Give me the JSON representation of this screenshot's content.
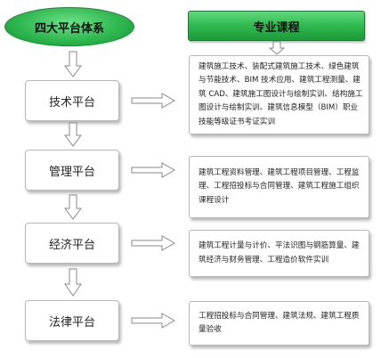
{
  "left_title": "四大平台体系",
  "right_title": "专业课程",
  "platforms": [
    {
      "label": "技术平台",
      "courses": "建筑施工技术、装配式建筑施工技术、绿色建筑与节能技术、BIM 技术应用、建筑工程测量、建筑 CAD、建筑施工图设计与绘制实训、结构施工图设计与绘制实训、建筑信息模型（BIM）职业技能等级证书考证实训"
    },
    {
      "label": "管理平台",
      "courses": "建筑工程资料管理、建筑工程项目管理、工程监理、工程招投标与合同管理、建筑工程施工组织课程设计"
    },
    {
      "label": "经济平台",
      "courses": "建筑工程计量与计价、平法识图与钢筋算量、建筑经济与财务管理、工程造价软件实训"
    },
    {
      "label": "法律平台",
      "courses": "工程招投标与合同管理、建筑法规、建筑工程质量验收"
    }
  ],
  "colors": {
    "green": "#2fb84f",
    "border": "#b8b8b8"
  }
}
